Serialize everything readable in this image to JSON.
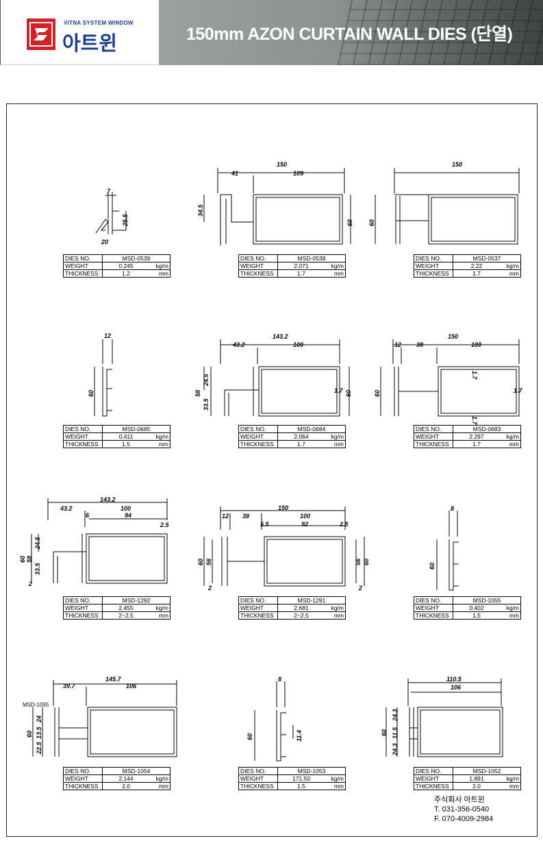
{
  "header": {
    "title": "150mm AZON CURTAIN WALL DIES (단열)",
    "logo_sub": "VITNA SYSTEM WINDOW",
    "logo_name": "아트윈"
  },
  "labels": {
    "dies_no": "DIES NO.",
    "weight": "WEIGHT",
    "thickness": "THICKNESS",
    "kgm": "kg/m",
    "mm": "mm"
  },
  "dies": [
    {
      "no": "MSD-0539",
      "weight": "0.245",
      "thickness": "1.2",
      "dims": [
        "7",
        "25.5",
        "20"
      ]
    },
    {
      "no": "MSD-0538",
      "weight": "2.071",
      "thickness": "1.7",
      "dims": [
        "150",
        "41",
        "109",
        "34.5",
        "60"
      ]
    },
    {
      "no": "MSD-0537",
      "weight": "2.22",
      "thickness": "1.7",
      "dims": [
        "150",
        "60"
      ]
    },
    {
      "no": "MSD-0685",
      "weight": "0.411",
      "thickness": "1.5",
      "dims": [
        "12",
        "60"
      ]
    },
    {
      "no": "MSD-0684",
      "weight": "2.064",
      "thickness": "1.7",
      "dims": [
        "143.2",
        "43.2",
        "100",
        "24.5",
        "58",
        "33.5",
        "1.7",
        "60"
      ]
    },
    {
      "no": "MSD-0683",
      "weight": "2.297",
      "thickness": "1.7",
      "dims": [
        "150",
        "12",
        "38",
        "100",
        "60",
        "1.7",
        "1.7",
        "1.7"
      ]
    },
    {
      "no": "MSD-1292",
      "weight": "2.455",
      "thickness": "2~2.5",
      "dims": [
        "143.2",
        "43.2",
        "100",
        "6",
        "94",
        "2.5",
        "60",
        "58",
        "24.5",
        "33.5",
        "2"
      ]
    },
    {
      "no": "MSD-1291",
      "weight": "2.681",
      "thickness": "2~2.5",
      "dims": [
        "150",
        "12",
        "38",
        "100",
        "5.5",
        "92",
        "2.5",
        "60",
        "56",
        "2",
        "56",
        "60",
        "2"
      ]
    },
    {
      "no": "MSD-1055",
      "weight": "0.402",
      "thickness": "1.5",
      "dims": [
        "8",
        "60"
      ]
    },
    {
      "no": "MSD-1054",
      "weight": "2.144",
      "thickness": "2.0",
      "dims": [
        "145.7",
        "39.7",
        "106",
        "60",
        "24",
        "13.5",
        "22.5"
      ]
    },
    {
      "no": "MSD-1053",
      "weight": "171.50",
      "thickness": "1.5",
      "dims": [
        "8",
        "60",
        "11.4"
      ]
    },
    {
      "no": "MSD-1052",
      "weight": "1.891",
      "thickness": "2.0",
      "dims": [
        "110.5",
        "106",
        "60",
        "24.3",
        "11.5",
        "24.3"
      ]
    }
  ],
  "callout_msd1055": "MSD-1055",
  "company": {
    "name": "주식회사 아트윈",
    "tel": "T. 031-356-0540",
    "fax": "F. 070-4009-2984"
  }
}
